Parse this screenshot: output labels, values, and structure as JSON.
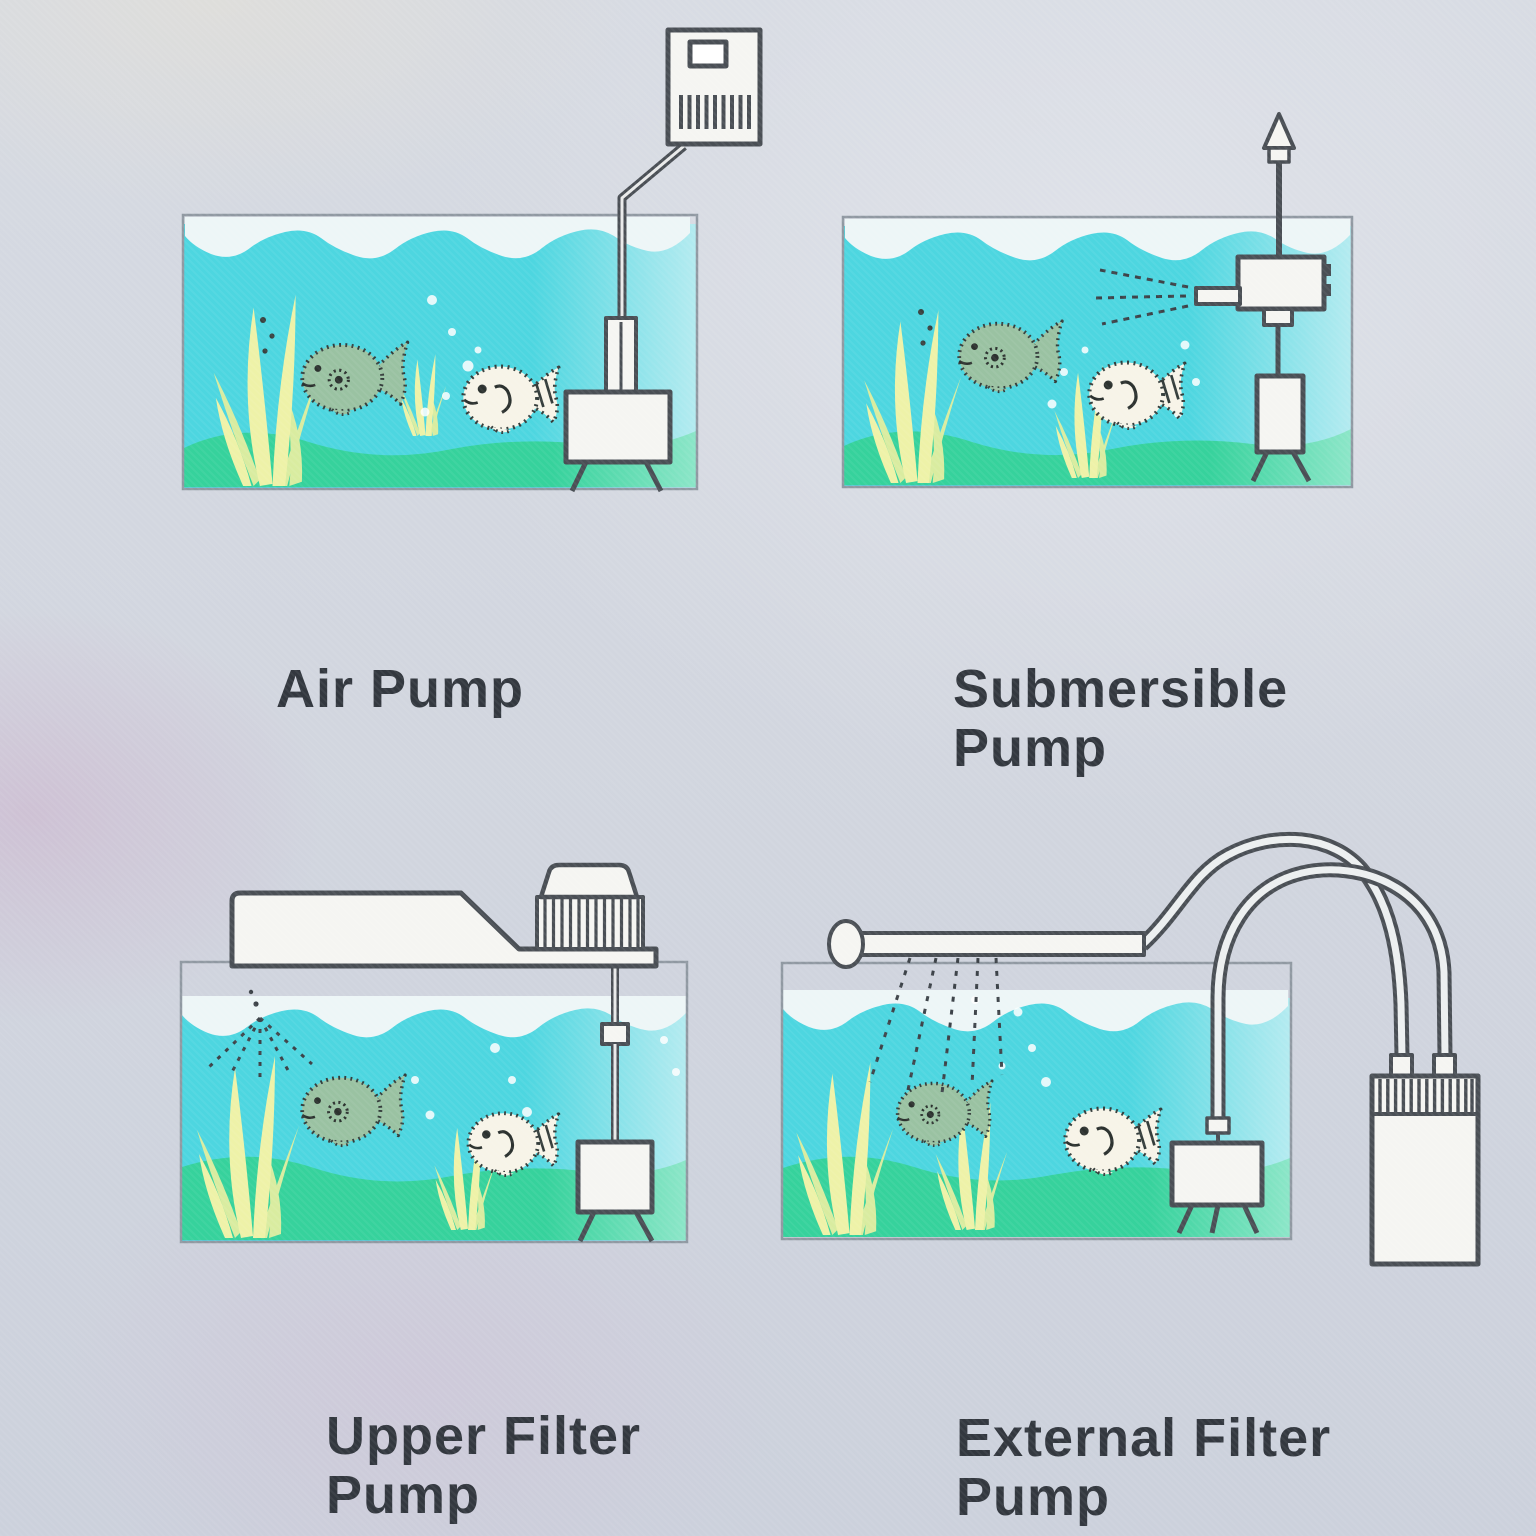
{
  "figure": {
    "panels": [
      {
        "id": "air-pump",
        "label": "Air Pump",
        "icon": "air-pump-icon"
      },
      {
        "id": "submersible-pump",
        "label": "Submersible Pump",
        "icon": "submersible-pump-icon"
      },
      {
        "id": "upper-filter-pump",
        "label": "Upper Filter Pump",
        "icon": "upper-filter-pump-icon"
      },
      {
        "id": "external-filter-pump",
        "label": "External Filter Pump",
        "icon": "external-filter-pump-icon"
      }
    ]
  },
  "colors": {
    "bg": "#d2d6df",
    "bg-light": "#dfe2e9",
    "water": "#4dd6e0",
    "water-pale": "#b4ebf0",
    "wave": "#edf6f7",
    "substrate": "#36d29c",
    "substrate-pale": "#8ce6c8",
    "plant": "#eef2a8",
    "plant2": "#d9eca0",
    "fish-green": "#9ac2a2",
    "fish-white": "#f7f4e8",
    "line": "#4a4f55",
    "equip": "#f5f5f2",
    "stipple": "#343d3b",
    "tankline": "#9099a2",
    "spray": "#3d4349",
    "text": "#33383f",
    "bubble": "#ffffff"
  }
}
